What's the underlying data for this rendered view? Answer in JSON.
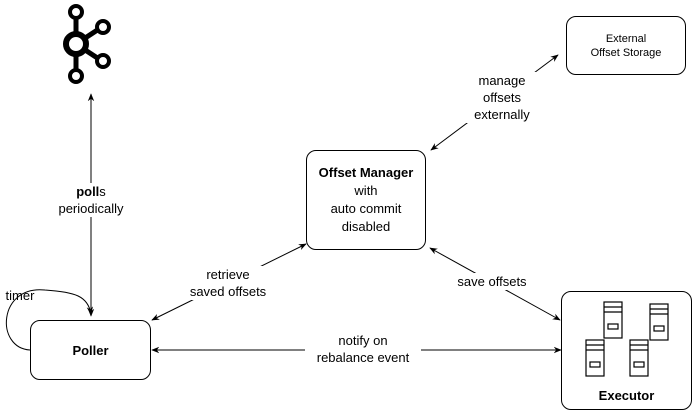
{
  "nodes": {
    "external_storage": {
      "line1": "External",
      "line2": "Offset Storage"
    },
    "offset_manager": {
      "title": "Offset Manager",
      "line2": "with",
      "line3": "auto commit",
      "line4": "disabled"
    },
    "poller": {
      "label": "Poller"
    },
    "executor": {
      "label": "Executor"
    }
  },
  "edges": {
    "polls": {
      "bold_part": "poll",
      "rest": "s",
      "line2": "periodically"
    },
    "manage": {
      "line1": "manage",
      "line2": "offsets",
      "line3": "externally"
    },
    "retrieve": {
      "line1": "retrieve",
      "line2": "saved offsets"
    },
    "save": {
      "label": "save offsets"
    },
    "notify": {
      "line1": "notify on",
      "line2": "rebalance event"
    },
    "timer": {
      "label": "timer"
    }
  },
  "icons": {
    "kafka": "kafka-logo-icon",
    "servers": "server-rack-icon"
  }
}
